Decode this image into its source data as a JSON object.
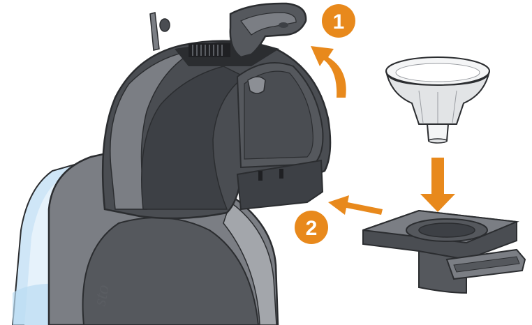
{
  "diagram": {
    "steps": [
      {
        "number": "1",
        "action": "lift-lever"
      },
      {
        "number": "2",
        "action": "insert-holder"
      }
    ],
    "brand_fragment": "sto",
    "colors": {
      "accent": "#e8891c",
      "machine_dark": "#4a4d52",
      "machine_mid": "#7b7e84",
      "machine_light": "#a3a6ab",
      "outline": "#2b2d30",
      "tank": "#cfe6f7",
      "funnel": "#f4f5f6"
    }
  }
}
